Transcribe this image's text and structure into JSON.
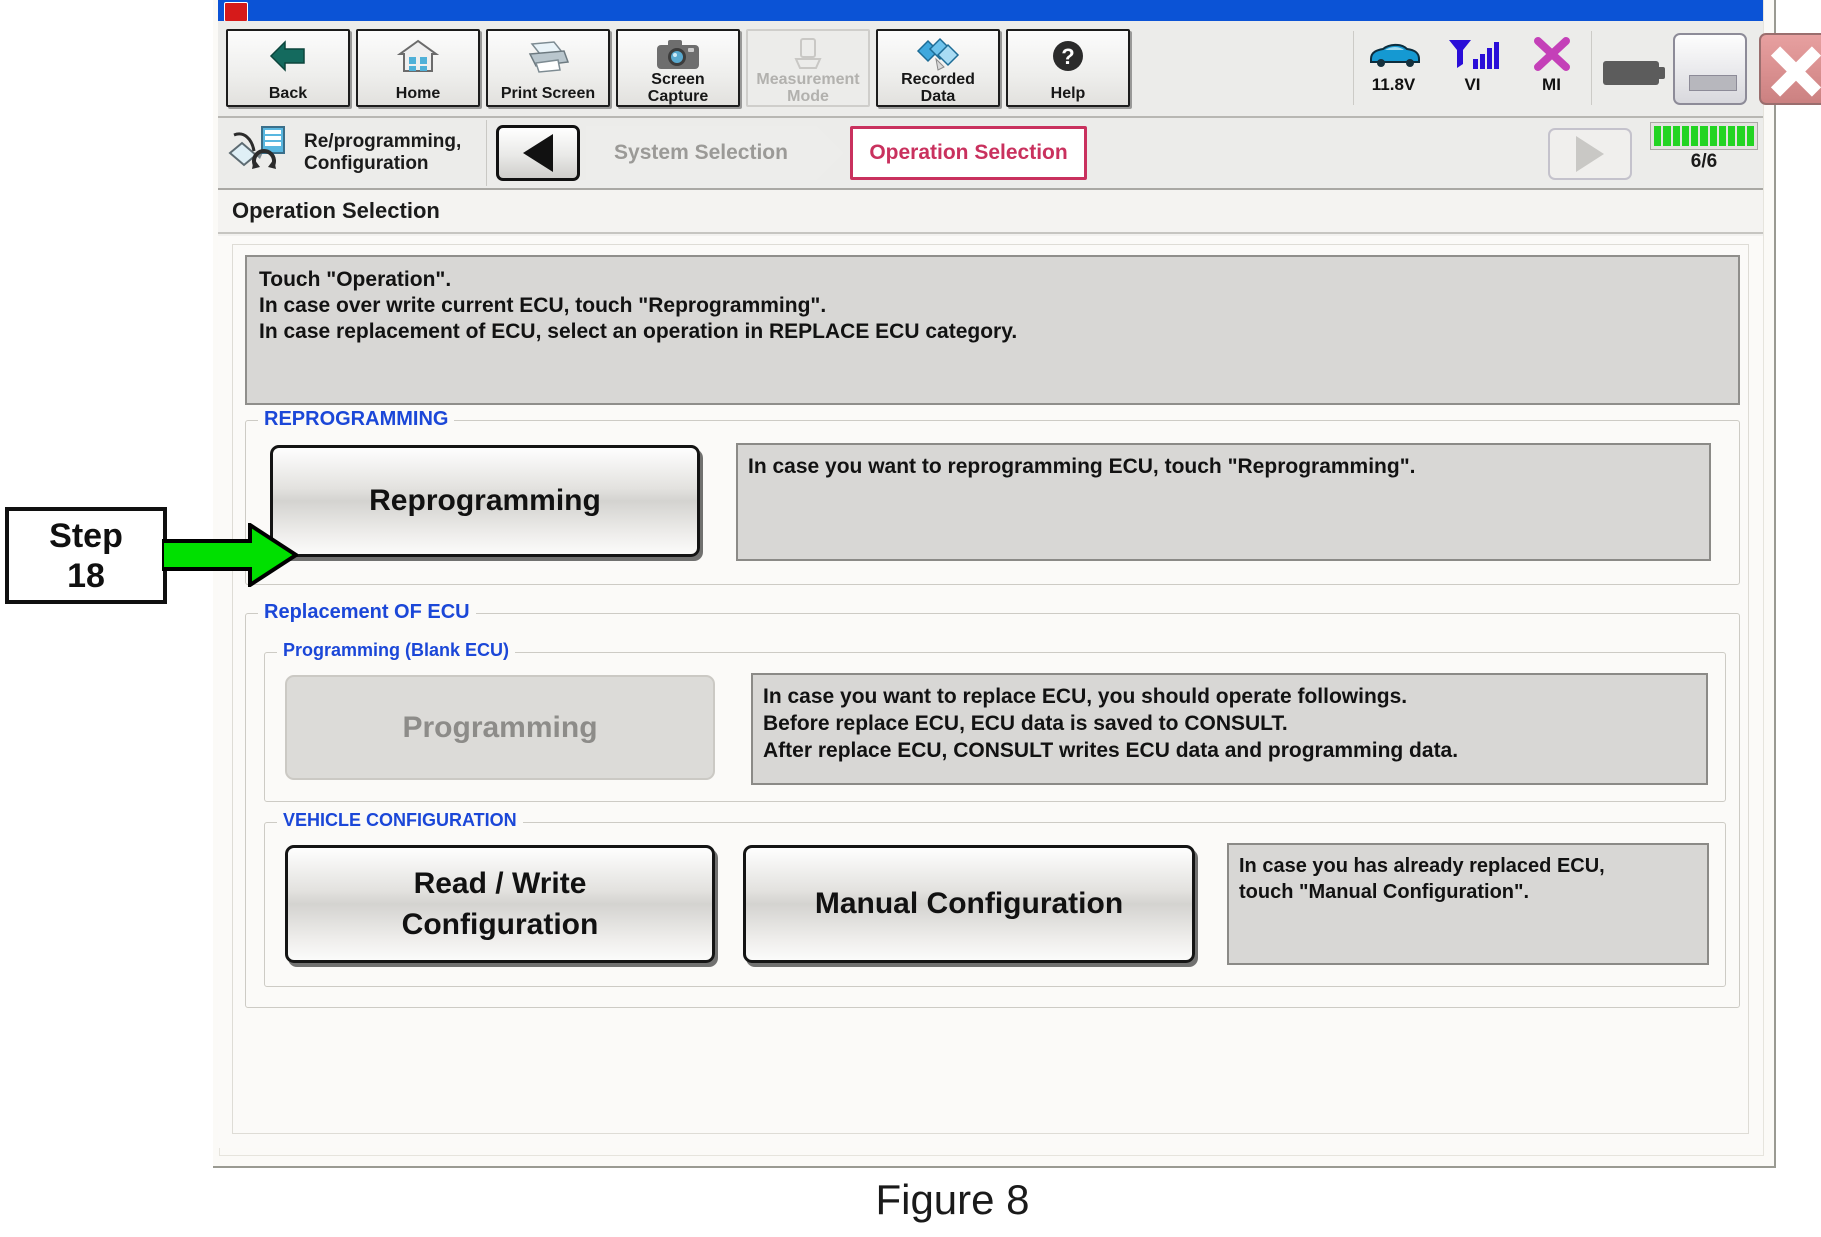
{
  "window": {
    "title": "",
    "title_visible": false
  },
  "toolbar": {
    "buttons": [
      {
        "label": "Back",
        "icon": "back-arrow-icon",
        "enabled": true
      },
      {
        "label": "Home",
        "icon": "home-icon",
        "enabled": true
      },
      {
        "label": "Print Screen",
        "icon": "printer-icon",
        "enabled": true
      },
      {
        "label": "Screen\nCapture",
        "label_line1": "Screen",
        "label_line2": "Capture",
        "icon": "camera-icon",
        "enabled": true
      },
      {
        "label": "Measurement\nMode",
        "label_line1": "Measurement",
        "label_line2": "Mode",
        "icon": "measurement-icon",
        "enabled": false
      },
      {
        "label": "Recorded\nData",
        "label_line1": "Recorded",
        "label_line2": "Data",
        "icon": "recorded-data-icon",
        "enabled": true
      },
      {
        "label": "Help",
        "icon": "help-question-icon",
        "enabled": true
      }
    ],
    "status": [
      {
        "label": "11.8V",
        "icon": "car-icon"
      },
      {
        "label": "VI",
        "icon": "signal-bars-icon"
      },
      {
        "label": "MI",
        "icon": "x-mark-icon"
      }
    ],
    "battery_icon": "battery-icon",
    "minimize_label": "minimize-button",
    "close_label": "close-button"
  },
  "nav": {
    "mode_line1": "Re/programming,",
    "mode_line2": "Configuration",
    "mode_icon": "reprogramming-icon",
    "back_icon": "back-triangle-icon",
    "forward_icon": "forward-triangle-icon",
    "breadcrumbs": [
      {
        "label": "System Selection",
        "state": "previous"
      },
      {
        "label": "Operation Selection",
        "state": "current"
      }
    ],
    "progress_text": "6/6",
    "progress_segments": 11,
    "progress_color": "#22d422"
  },
  "page": {
    "title": "Operation Selection"
  },
  "instructions": {
    "lines": [
      "Touch \"Operation\".",
      "In case over write current ECU, touch \"Reprogramming\".",
      "In case replacement of ECU, select an operation in REPLACE ECU category."
    ]
  },
  "sections": {
    "reprogramming": {
      "legend": "REPROGRAMMING",
      "button": {
        "label": "Reprogramming",
        "enabled": true
      },
      "description_lines": [
        "In case you want to reprogramming ECU, touch \"Reprogramming\"."
      ]
    },
    "replacement": {
      "legend": "Replacement OF ECU",
      "blank_ecu": {
        "legend": "Programming (Blank ECU)",
        "button": {
          "label": "Programming",
          "enabled": false
        },
        "description_lines": [
          "In case you want to replace ECU, you should operate followings.",
          "Before replace ECU, ECU data is saved to CONSULT.",
          "After replace ECU, CONSULT writes ECU data and programming data."
        ]
      },
      "vehicle_configuration": {
        "legend": "VEHICLE CONFIGURATION",
        "buttons": [
          {
            "label_line1": "Read / Write",
            "label_line2": "Configuration",
            "enabled": true
          },
          {
            "label_line1": "Manual Configuration",
            "label_line2": "",
            "enabled": true
          }
        ],
        "description_lines": [
          "In case you has already replaced ECU,",
          "touch \"Manual Configuration\"."
        ]
      }
    }
  },
  "annotation": {
    "step_line1": "Step",
    "step_line2": "18",
    "arrow_color": "#00e000",
    "arrow_name": "green-pointer-arrow"
  },
  "caption": {
    "text": "Figure 8"
  },
  "colors": {
    "legend_blue": "#1b47d8",
    "current_crumb": "#c9315e",
    "titlebar_blue": "#0b53d6",
    "panel_gray": "#ececea",
    "desc_gray": "#d8d7d5"
  }
}
